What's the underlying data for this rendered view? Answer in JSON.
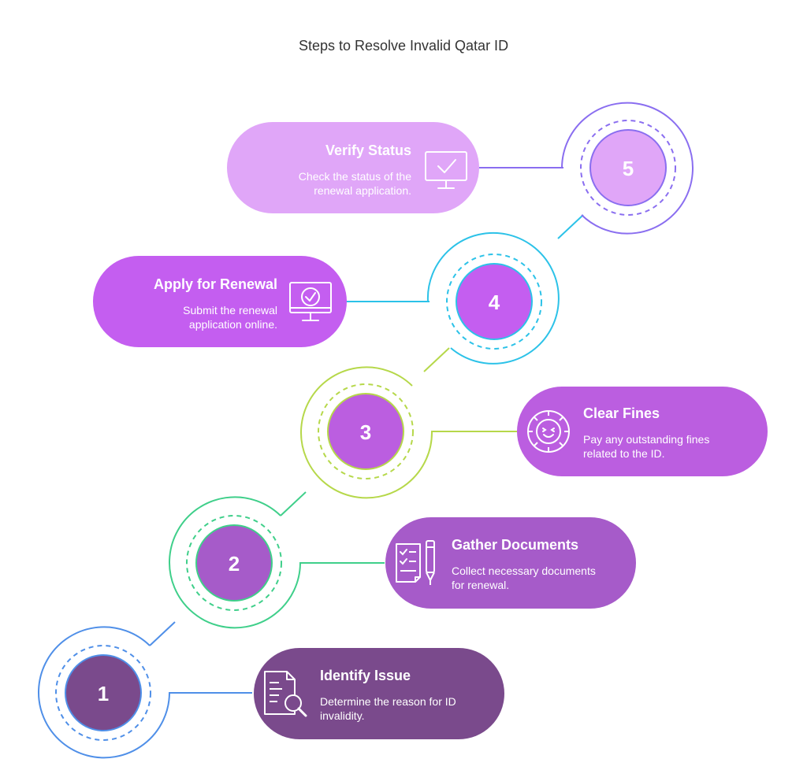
{
  "title": "Steps to Resolve Invalid Qatar ID",
  "steps": [
    {
      "number": "1",
      "title": "Identify Issue",
      "description_lines": [
        "Determine the reason for ID",
        "invalidity."
      ],
      "icon": "document-search-icon",
      "pill_color": "#7a4a8c",
      "ring_color": "#4f8fe8"
    },
    {
      "number": "2",
      "title": "Gather Documents",
      "description_lines": [
        "Collect necessary documents",
        "for renewal."
      ],
      "icon": "checklist-pen-icon",
      "pill_color": "#a65bc9",
      "ring_color": "#3fcf8a"
    },
    {
      "number": "3",
      "title": "Clear Fines",
      "description_lines": [
        "Pay any outstanding fines",
        "related to the ID."
      ],
      "icon": "smiley-badge-icon",
      "pill_color": "#bb5ee0",
      "ring_color": "#b6d84a"
    },
    {
      "number": "4",
      "title": "Apply for Renewal",
      "description_lines": [
        "Submit the renewal",
        "application online."
      ],
      "icon": "monitor-check-circle-icon",
      "pill_color": "#c45ef0",
      "ring_color": "#2cc2e8"
    },
    {
      "number": "5",
      "title": "Verify Status",
      "description_lines": [
        "Check the status of the",
        "renewal application."
      ],
      "icon": "monitor-check-icon",
      "pill_color": "#e0a6f8",
      "ring_color": "#8a6ef0"
    }
  ]
}
